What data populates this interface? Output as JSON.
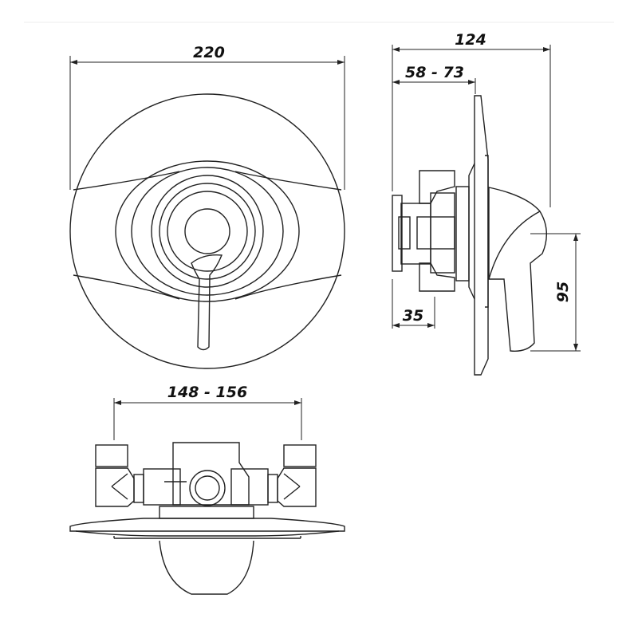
{
  "dimensions": {
    "front_width": "220",
    "side_depth_total": "124",
    "side_depth_range": "58 - 73",
    "side_body_depth": "35",
    "side_handle_height": "95",
    "bottom_inlet_centres": "148 - 156"
  },
  "colors": {
    "line": "#222222",
    "background": "#ffffff"
  }
}
